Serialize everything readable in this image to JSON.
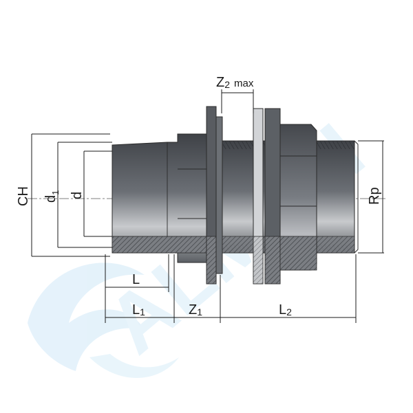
{
  "watermark": {
    "text": "ALMOH",
    "color": "#cfe8f7"
  },
  "colors": {
    "body_dark": "#4a4d52",
    "body_mid": "#7d8187",
    "body_light": "#c9cbcf",
    "outline": "#2b2b2b",
    "text": "#1a1a1a"
  },
  "labels": {
    "ch": "CH",
    "d1_main": "d",
    "d1_sub": "1",
    "d": "d",
    "rp": "Rp",
    "z2_main": "Z",
    "z2_sub": "2",
    "z2_suffix": "max",
    "l": "L",
    "l1_main": "L",
    "l1_sub": "1",
    "z1_main": "Z",
    "z1_sub": "1",
    "l2_main": "L",
    "l2_sub": "2"
  }
}
